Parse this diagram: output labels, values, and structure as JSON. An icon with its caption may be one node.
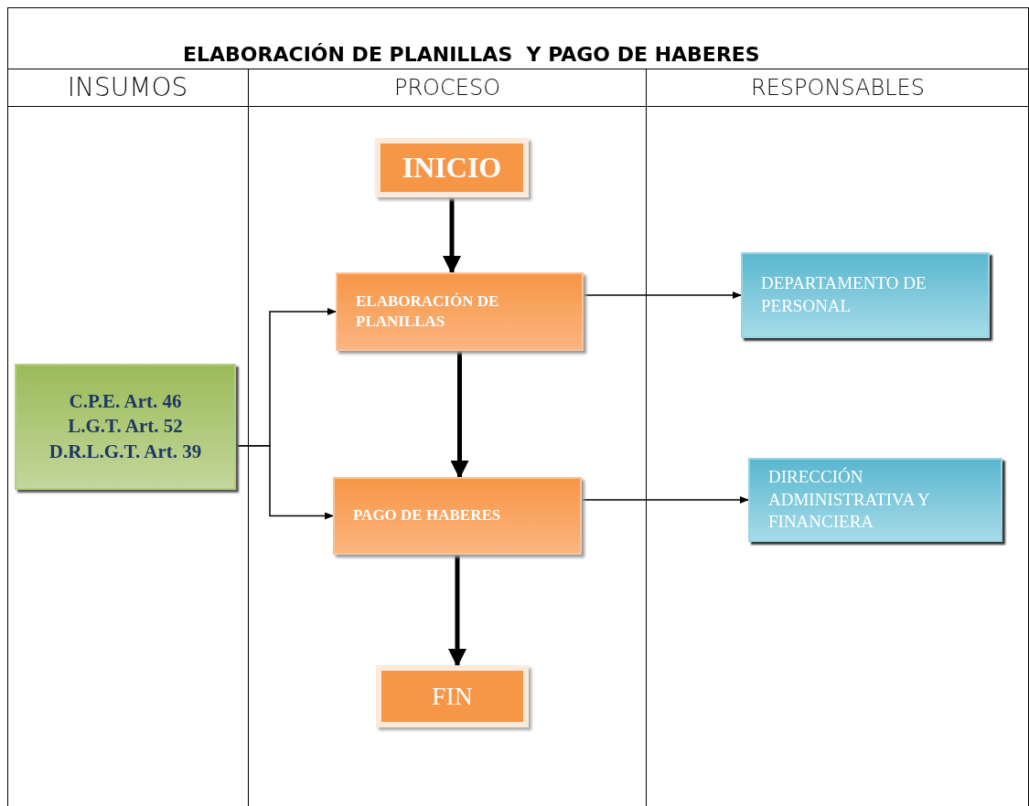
{
  "diagram": {
    "title": "ELABORACIÓN DE PLANILLAS  Y PAGO DE HABERES",
    "nodes": [
      {
        "text": [
          "INSUMOS"
        ]
      },
      {
        "text": [
          "PROCESO"
        ]
      },
      {
        "text": [
          "RESPONSABLES"
        ]
      },
      {
        "text": [
          "INICIO"
        ],
        "in": 1
      },
      {
        "text": [
          "ELABORACIÓN DE PLANILLAS"
        ],
        "in": 1
      },
      {
        "text": [
          "DEPARTAMENTO DE PERSONAL"
        ],
        "in": 2
      },
      {
        "text": [
          "C.P.E. Art. 46",
          "L.G.T. Art. 52",
          "D.R.L.G.T. Art. 39"
        ],
        "in": 0
      },
      {
        "text": [
          "PAGO DE HABERES"
        ],
        "in": 1
      },
      {
        "text": [
          "DIRECCIÓN ADMINISTRATIVA Y FINANCIERA"
        ],
        "in": 2
      },
      {
        "text": [
          "FIN"
        ],
        "in": 1
      }
    ],
    "edges": [
      {
        "from": 3,
        "to": 4,
        "arrow": "to",
        "style": "thick"
      },
      {
        "from": 4,
        "to": 5,
        "arrow": "to"
      },
      {
        "from": 6,
        "to": 4,
        "arrow": "to"
      },
      {
        "from": 6,
        "to": 7,
        "arrow": "to"
      },
      {
        "from": 4,
        "to": 7,
        "arrow": "to",
        "style": "thick"
      },
      {
        "from": 7,
        "to": 8,
        "arrow": "to"
      },
      {
        "from": 7,
        "to": 9,
        "arrow": "to",
        "style": "thick"
      }
    ]
  }
}
